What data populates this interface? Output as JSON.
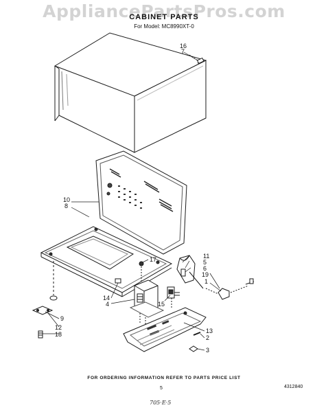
{
  "watermark": "AppliancePartsPros.com",
  "title": "CABINET PARTS",
  "model": "For Model: MC8990XT-0",
  "callouts": {
    "c16": "16",
    "c7": "7",
    "c10": "10",
    "c8": "8",
    "c11": "11",
    "c5": "5",
    "c6": "6",
    "c19": "19",
    "c1": "1",
    "c17": "17",
    "c14": "14",
    "c4": "4",
    "c15": "15",
    "c9": "9",
    "c12": "12",
    "c18": "18",
    "c13": "13",
    "c2": "2",
    "c3": "3"
  },
  "footer": {
    "ordering": "FOR ORDERING INFORMATION REFER TO PARTS PRICE LIST",
    "page_number": "5",
    "doc_number": "4312840",
    "handwritten": "705·E·5"
  }
}
